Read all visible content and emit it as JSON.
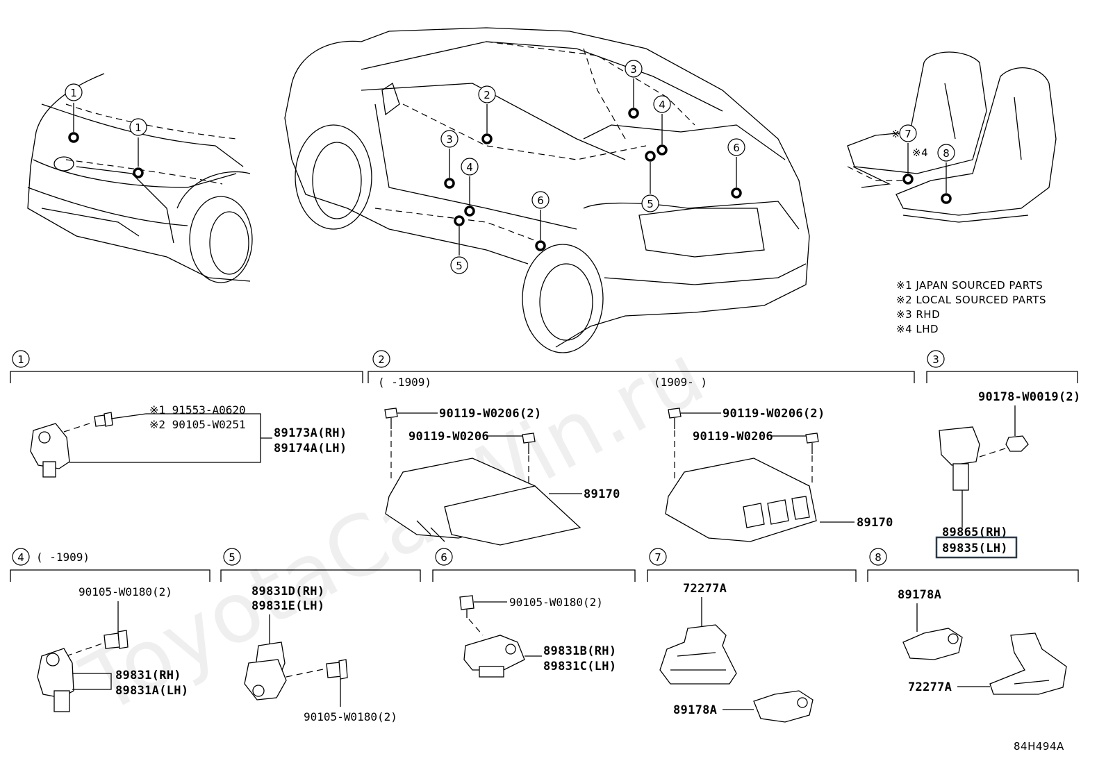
{
  "watermark": "ToyotaCarWin.ru",
  "notes": [
    "※1 JAPAN SOURCED PARTS",
    "※2 LOCAL SOURCED PARTS",
    "※3 RHD",
    "※4 LHD"
  ],
  "seat_marks": {
    "rhd": "※3",
    "lhd": "※4"
  },
  "diagram_code": "84H494A",
  "callouts": [
    "1",
    "2",
    "3",
    "4",
    "5",
    "6",
    "7",
    "8"
  ],
  "sections": {
    "s1": {
      "num": "1",
      "note1": "※1 91553-A0620",
      "note2": "※2 90105-W0251",
      "part_rh": "89173A(RH)",
      "part_lh": "89174A(LH)"
    },
    "s2": {
      "num": "2",
      "left": {
        "range": "(    -1909)",
        "bolt_a": "90119-W0206(2)",
        "bolt_b": "90119-W0206",
        "ecu": "89170"
      },
      "right": {
        "range": "(1909-    )",
        "bolt_a": "90119-W0206(2)",
        "bolt_b": "90119-W0206",
        "ecu": "89170"
      }
    },
    "s3": {
      "num": "3",
      "nut": "90178-W0019(2)",
      "part_rh": "89865(RH)",
      "part_lh": "89835(LH)"
    },
    "s4": {
      "num": "4",
      "range": "(    -1909)",
      "bolt": "90105-W0180(2)",
      "part_rh": "89831(RH)",
      "part_lh": "89831A(LH)"
    },
    "s5": {
      "num": "5",
      "part_rh": "89831D(RH)",
      "part_lh": "89831E(LH)",
      "bolt": "90105-W0180(2)"
    },
    "s6": {
      "num": "6",
      "bolt": "90105-W0180(2)",
      "part_rh": "89831B(RH)",
      "part_lh": "89831C(LH)"
    },
    "s7": {
      "num": "7",
      "bracket": "72277A",
      "sensor": "89178A"
    },
    "s8": {
      "num": "8",
      "sensor": "89178A",
      "bracket": "72277A"
    }
  }
}
